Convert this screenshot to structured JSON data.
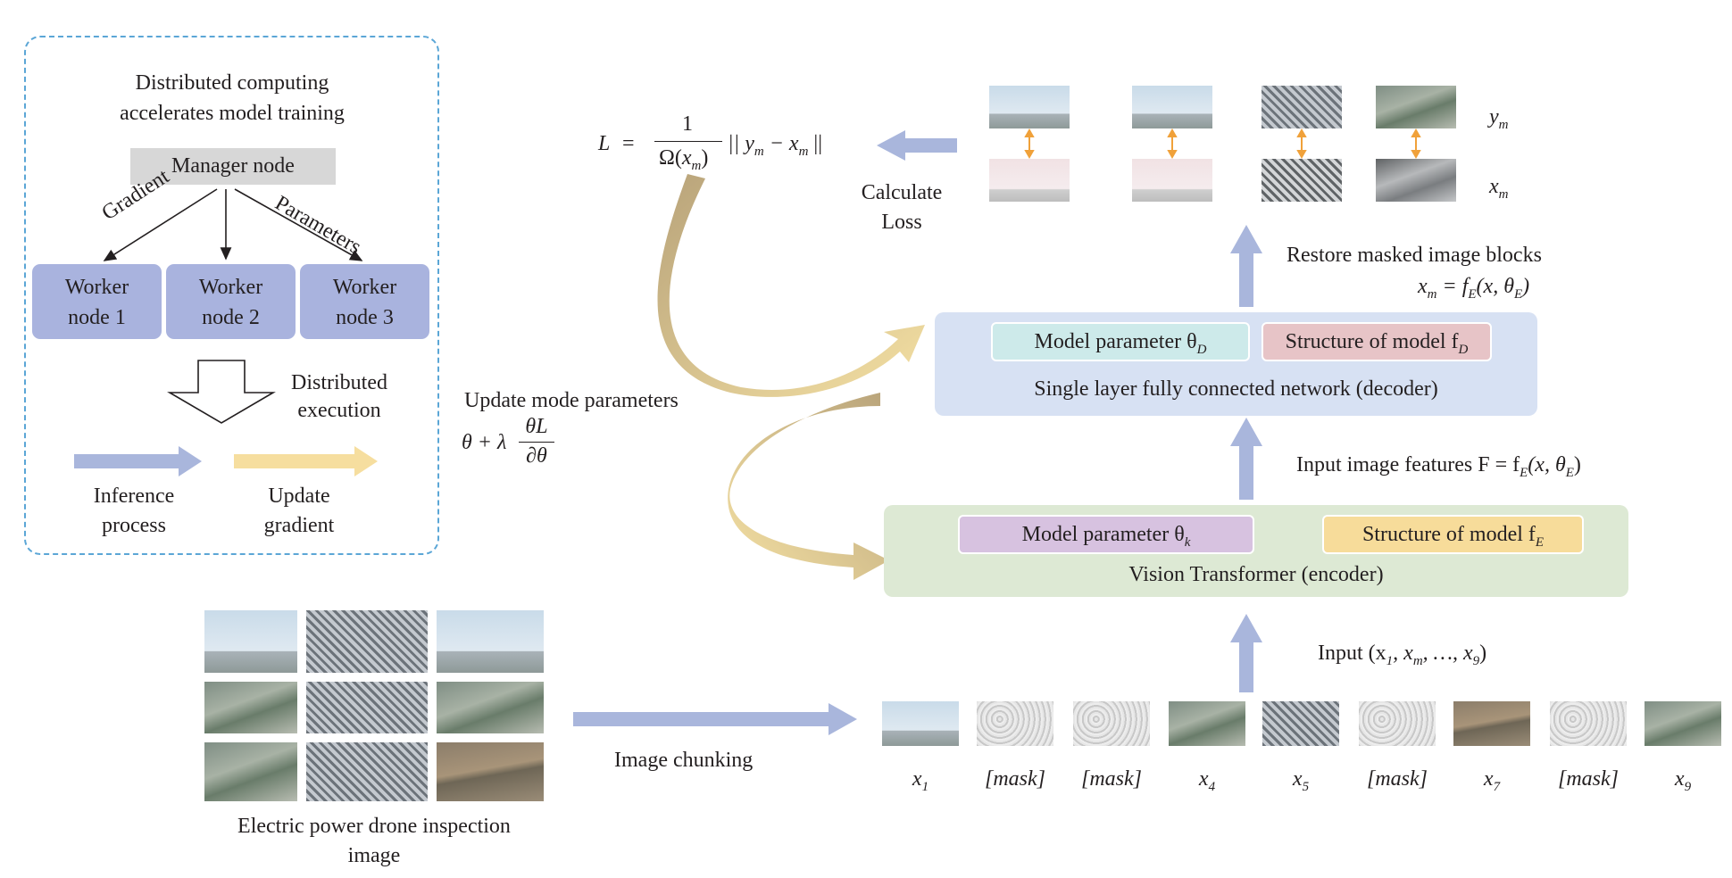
{
  "distributed": {
    "title_line1": "Distributed computing",
    "title_line2": "accelerates model training",
    "manager": "Manager node",
    "edge_gradient": "Gradient",
    "edge_parameters": "Parameters",
    "workers": [
      {
        "line1": "Worker",
        "line2": "node 1"
      },
      {
        "line1": "Worker",
        "line2": "node 2"
      },
      {
        "line1": "Worker",
        "line2": "node 3"
      }
    ],
    "execution_line1": "Distributed",
    "execution_line2": "execution",
    "legend_inference_line1": "Inference",
    "legend_inference_line2": "process",
    "legend_update_line1": "Update",
    "legend_update_line2": "gradient"
  },
  "loss": {
    "L": "L",
    "eq": "=",
    "numerator": "1",
    "omega": "Ω(",
    "xm_x": "x",
    "xm_sub": "m",
    "close": ")",
    "norm": "|| y",
    "norm_sub_y": "m",
    "minus": " − x",
    "norm_sub_x": "m",
    "norm_end": " ||",
    "calc_line1": "Calculate",
    "calc_line2": "Loss"
  },
  "update": {
    "label": "Update mode parameters",
    "theta": "θ +  λ",
    "frac_num": "θL",
    "frac_den": "∂θ"
  },
  "outputs": {
    "ym": "y",
    "ym_sub": "m",
    "xm": "x",
    "xm_sub": "m"
  },
  "restore": {
    "label": "Restore masked image blocks",
    "eq_x": "x",
    "eq_sub_m": "m",
    "eq_mid": " = f",
    "eq_sub_e": "E",
    "eq_args": "(x, θ",
    "eq_sub_e2": "E",
    "eq_close": ")"
  },
  "decoder": {
    "param": "Model parameter θ",
    "param_sub": "D",
    "structure": "Structure of model f",
    "structure_sub": "D",
    "title": "Single layer fully connected network (decoder)"
  },
  "features": {
    "label": "Input image features F = f",
    "sub_e": "E",
    "args": "(x, θ",
    "sub_e2": "E",
    "close": ")"
  },
  "encoder": {
    "param": "Model parameter θ",
    "param_sub": "k",
    "structure": "Structure of model f",
    "structure_sub": "E",
    "title": "Vision Transformer (encoder)"
  },
  "input": {
    "label": "Input (x",
    "s1": "1",
    "sep1": ", x",
    "sm": "m",
    "sep2": ", …, x",
    "s9": "9",
    "close": ")"
  },
  "chunking": {
    "label": "Image chunking"
  },
  "source_image": {
    "caption_line1": "Electric power drone inspection",
    "caption_line2": "image"
  },
  "patches": [
    {
      "main": "x",
      "sub": "1"
    },
    {
      "main": "[mask]",
      "sub": ""
    },
    {
      "main": "[mask]",
      "sub": ""
    },
    {
      "main": "x",
      "sub": "4"
    },
    {
      "main": "x",
      "sub": "5"
    },
    {
      "main": "[mask]",
      "sub": ""
    },
    {
      "main": "x",
      "sub": "7"
    },
    {
      "main": "[mask]",
      "sub": ""
    },
    {
      "main": "x",
      "sub": "9"
    }
  ],
  "colors": {
    "worker_fill": "#a9b3de",
    "manager_fill": "#d7d7d7",
    "blue_arrow": "#a9b6dc",
    "yellow_arrow": "#f6de9f",
    "decoder_fill": "#d7e1f3",
    "decoder_param": "#cdeaea",
    "decoder_struct": "#e7c4c7",
    "encoder_fill": "#dde9d4",
    "encoder_param": "#d7c2e0",
    "encoder_struct": "#f7dc9a",
    "orange_arrow": "#f0a13a",
    "dash_border": "#5ba6d6"
  }
}
